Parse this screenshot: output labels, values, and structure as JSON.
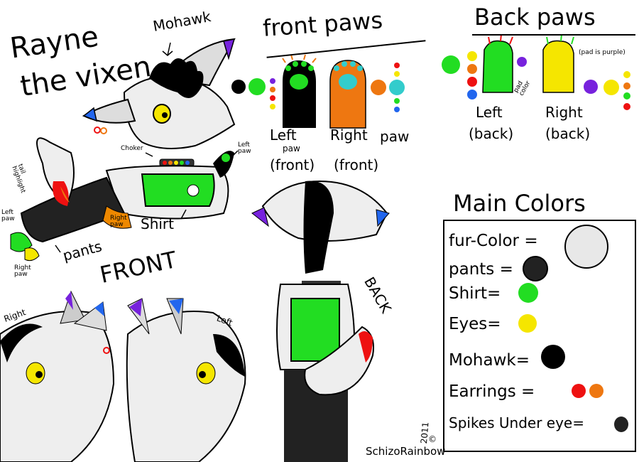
{
  "title": {
    "line1": "Rayne",
    "line2": "the vixen"
  },
  "labels": {
    "mohawk": "Mohawk",
    "choker": "Choker",
    "left_paw_right_side": "Left paw",
    "tail_highlight": "tail highlight",
    "left_paw_lower": "Left paw",
    "right_paw_front": "Right paw",
    "right_paw_back": "Right paw",
    "pants": "pants",
    "shirt": "Shirt",
    "front": "FRONT",
    "back": "BACK",
    "head_right": "Right",
    "head_left": "Left"
  },
  "front_paws": {
    "heading": "front paws",
    "left_caption": [
      "Left",
      "paw",
      "(front)"
    ],
    "right_caption": [
      "Right",
      "paw",
      "(front)"
    ]
  },
  "back_paws": {
    "heading": "Back paws",
    "pad_color_note": "pad color",
    "pad_note": "(pad is purple)",
    "left_caption": [
      "Left",
      "(back)"
    ],
    "right_caption": [
      "Right",
      "(back)"
    ]
  },
  "main_colors": {
    "heading": "Main Colors",
    "rows": [
      {
        "label": "fur-Color =",
        "colors": [
          "#e8e8e8"
        ]
      },
      {
        "label": "pants =",
        "colors": [
          "#222222"
        ]
      },
      {
        "label": "Shirt=",
        "colors": [
          "#22dd22"
        ]
      },
      {
        "label": "Eyes=",
        "colors": [
          "#f5e600"
        ]
      },
      {
        "label": "Mohawk=",
        "colors": [
          "#000000"
        ]
      },
      {
        "label": "Earrings =",
        "colors": [
          "#ee1111",
          "#ee7711"
        ]
      },
      {
        "label": "Spikes Under eye=",
        "colors": [
          "#222222"
        ]
      }
    ]
  },
  "signature": {
    "year": "2011",
    "name": "SchizoRainbow",
    "copyright": "©"
  }
}
